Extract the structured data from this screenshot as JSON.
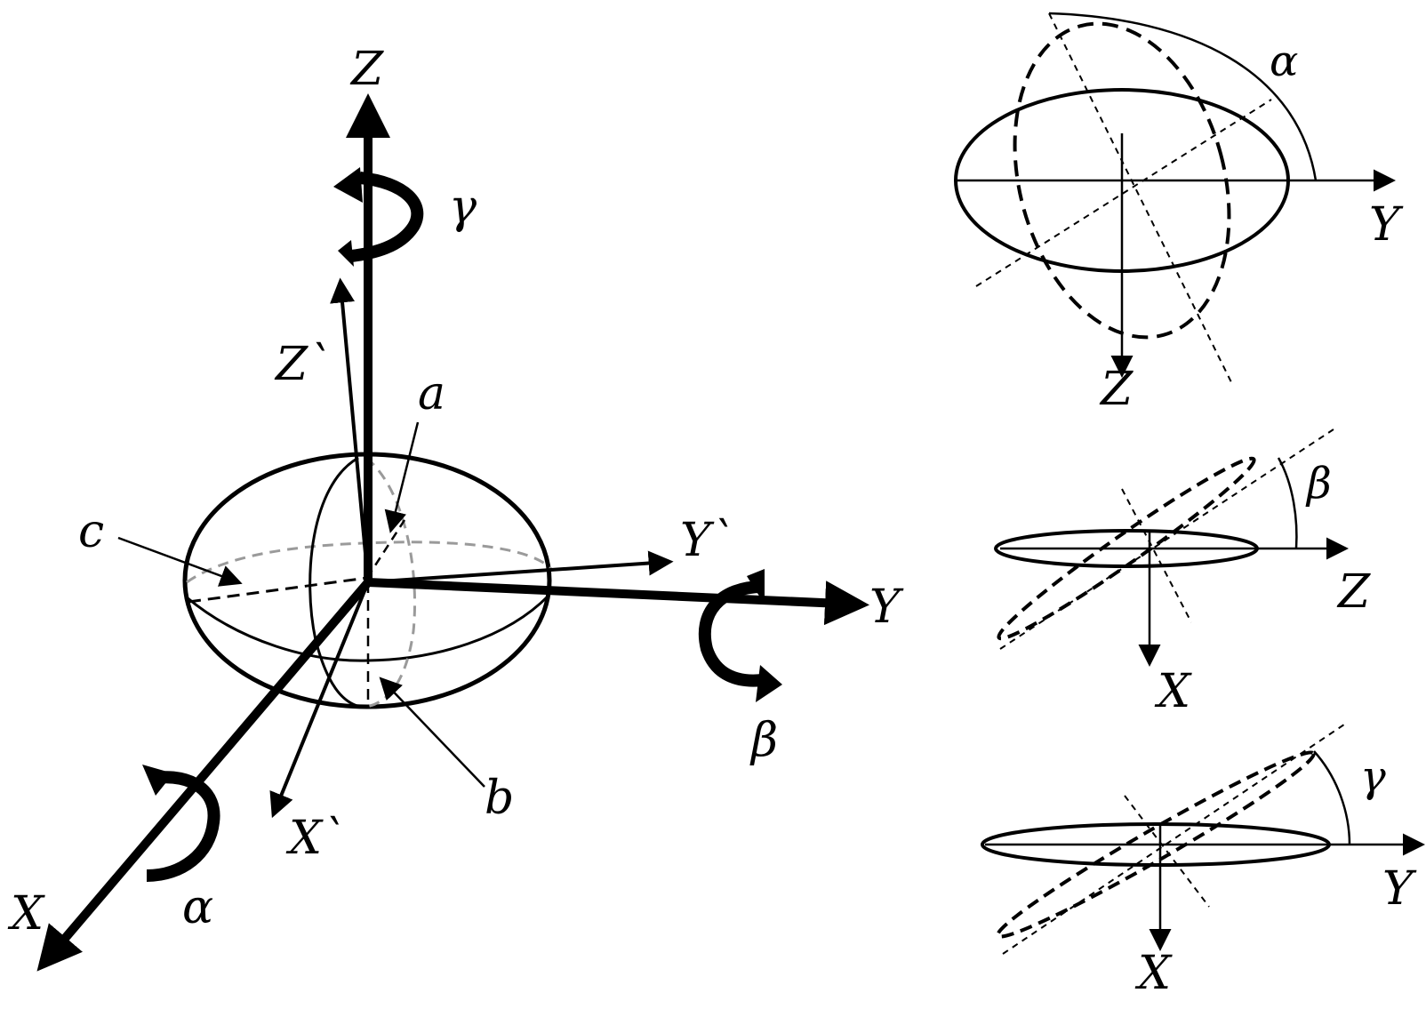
{
  "main_figure": {
    "axes": {
      "x": "X",
      "y": "Y",
      "z": "Z",
      "x_prime": "X`",
      "y_prime": "Y`",
      "z_prime": "Z`"
    },
    "semi_axes": {
      "a": "a",
      "b": "b",
      "c": "c"
    },
    "rotations": {
      "alpha": "α",
      "beta": "β",
      "gamma": "γ"
    }
  },
  "panel_alpha": {
    "axis_h": "Y",
    "axis_v": "Z",
    "angle": "α"
  },
  "panel_beta": {
    "axis_h": "Z",
    "axis_v": "X",
    "angle": "β"
  },
  "panel_gamma": {
    "axis_h": "Y",
    "axis_v": "X",
    "angle": "γ"
  },
  "colors": {
    "ink": "#000000",
    "hidden": "#9a9a9a"
  }
}
